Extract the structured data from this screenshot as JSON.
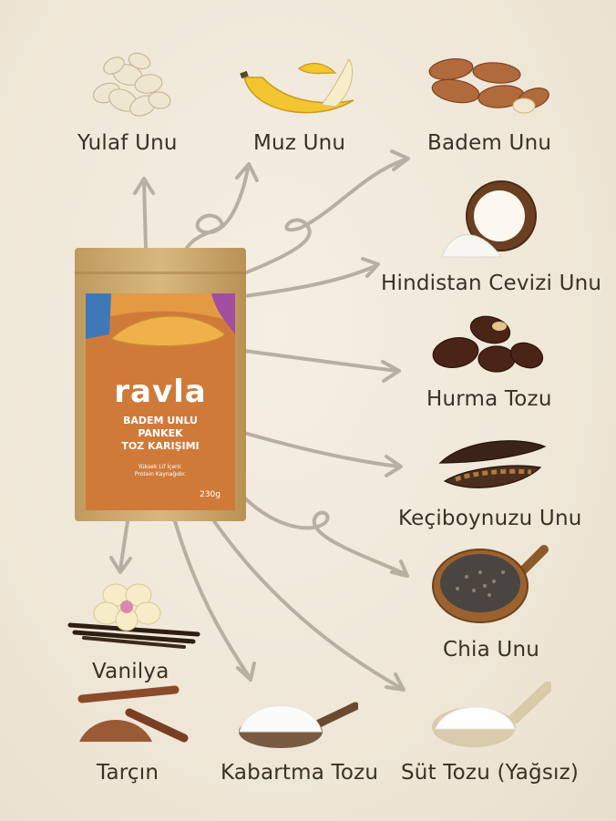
{
  "product": {
    "brand": "ravla",
    "name_line1": "BADEM UNLU",
    "name_line2": "PANKEK",
    "name_line3": "TOZ KARIŞIMI",
    "claim_line1": "Yüksek Lif İçerir.",
    "claim_line2": "Protein Kaynağıdır.",
    "weight": "230g",
    "colors": {
      "kraft": "#c9a56a",
      "orange": "#d07a3a",
      "accent_blue": "#3f79b5",
      "accent_purple": "#a14ea0"
    }
  },
  "ingredients": [
    {
      "label": "Yulaf Unu"
    },
    {
      "label": "Muz Unu"
    },
    {
      "label": "Badem Unu"
    },
    {
      "label": "Hindistan Cevizi Unu"
    },
    {
      "label": "Hurma Tozu"
    },
    {
      "label": "Keçiboynuzu Unu"
    },
    {
      "label": "Chia Unu"
    },
    {
      "label": "Vanilya"
    },
    {
      "label": "Tarçın"
    },
    {
      "label": "Kabartma Tozu"
    },
    {
      "label": "Süt Tozu (Yağsız)"
    }
  ],
  "colors": {
    "background": "#efe7d8",
    "text": "#3b3026",
    "arrow": "#b8afa3"
  }
}
